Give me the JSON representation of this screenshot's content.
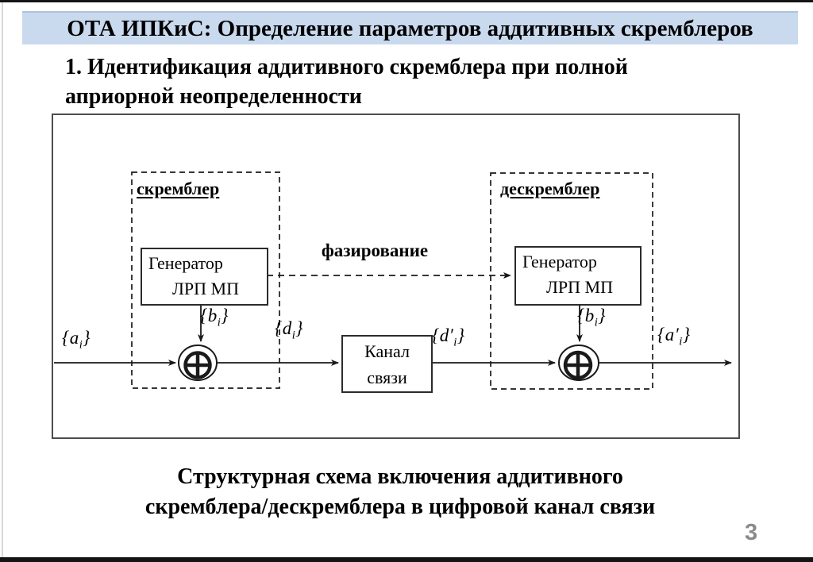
{
  "page": {
    "title": "ОТА ИПКиС: Определение параметров аддитивных скремблеров",
    "subtitle_line1": "1. Идентификация аддитивного скремблера при полной",
    "subtitle_line2": "априорной неопределенности",
    "caption_line1": "Структурная схема включения аддитивного",
    "caption_line2": "скремблера/дескремблера в цифровой канал связи",
    "page_number": "3"
  },
  "colors": {
    "title_bg": "#c9d9ee",
    "title_border": "#aec2de",
    "line": "#1a1a1a",
    "outer_border": "#4d4d4d",
    "page_number": "#8a8a8a"
  },
  "diagram": {
    "scrambler_label": "скремблер",
    "descrambler_label": "дескремблер",
    "generator_left_line1": "Генератор",
    "generator_left_line2": "ЛРП МП",
    "generator_right_line1": "Генератор",
    "generator_right_line2": "ЛРП МП",
    "phasing_label": "фазирование",
    "channel_line1": "Канал",
    "channel_line2": "связи",
    "signals": {
      "input": "{a_i}",
      "b_left": "{b_i}",
      "d": "{d_i}",
      "d_prime": "{d'_i}",
      "b_right": "{b_i}",
      "output": "{a'_i}"
    }
  }
}
